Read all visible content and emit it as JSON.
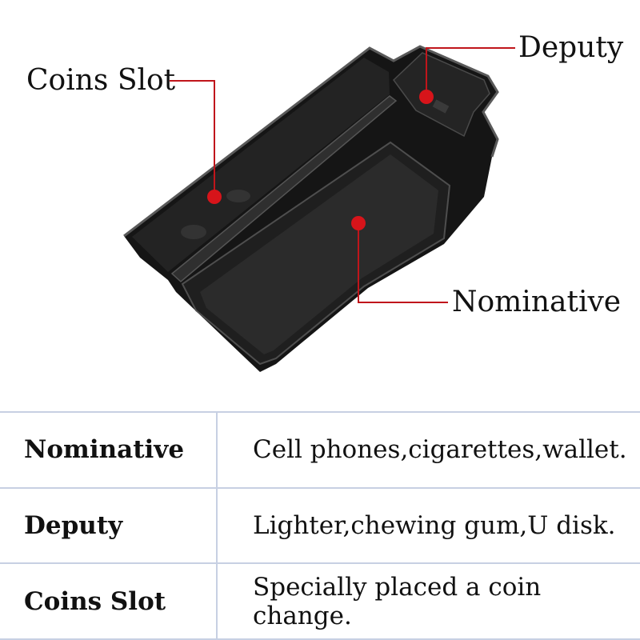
{
  "callouts": {
    "coins_slot": "Coins Slot",
    "deputy": "Deputy",
    "nominative": "Nominative"
  },
  "table": {
    "rows": [
      {
        "name": "Nominative",
        "use": "Cell phones,cigarettes,wallet."
      },
      {
        "name": "Deputy",
        "use": "Lighter,chewing gum,U disk."
      },
      {
        "name": "Coins Slot",
        "use": "Specially placed a coin change."
      }
    ]
  },
  "colors": {
    "callout_dot": "#d7141a",
    "callout_line": "#c0151b",
    "tray_body": "#1c1c1c",
    "table_border": "#c7d0e3"
  }
}
